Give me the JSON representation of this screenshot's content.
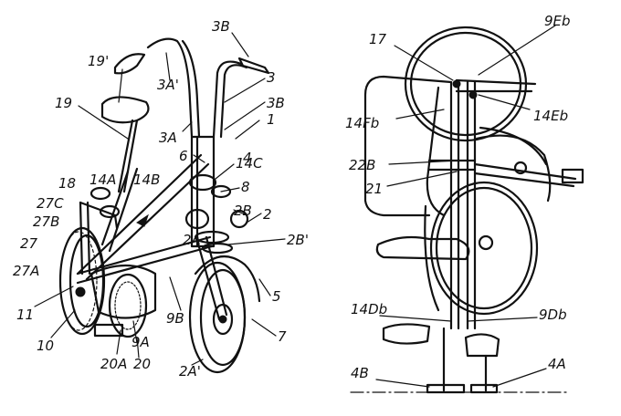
{
  "figures": [
    {
      "id": "left-bicycle",
      "labels": {
        "l3B_top": "3B",
        "l3": "3",
        "l3B": "3B",
        "l1": "1",
        "l19p": "19'",
        "l3Ap": "3A'",
        "l19": "19",
        "l3A": "3A",
        "l6": "6",
        "l14C": "14C",
        "l4": "4",
        "l18": "18",
        "l14A": "14A",
        "l14B": "14B",
        "l8": "8",
        "l27C": "27C",
        "l27B": "27B",
        "l2B": "2B",
        "l2": "2",
        "l27": "27",
        "l2A": "2A",
        "l2Bp": "2B'",
        "l27A": "27A",
        "l5": "5",
        "l11": "11",
        "l9B": "9B",
        "l10": "10",
        "l9A": "9A",
        "l7": "7",
        "l20A": "20A",
        "l20": "20",
        "l2Ap": "2A'"
      }
    },
    {
      "id": "right-folded",
      "labels": {
        "l17": "17",
        "l9Eb": "9Eb",
        "l14Fb": "14Fb",
        "l14Eb": "14Eb",
        "l22B": "22B",
        "l21": "21",
        "l14Db": "14Db",
        "l9Db": "9Db",
        "l4B": "4B",
        "l4A": "4A"
      }
    }
  ]
}
